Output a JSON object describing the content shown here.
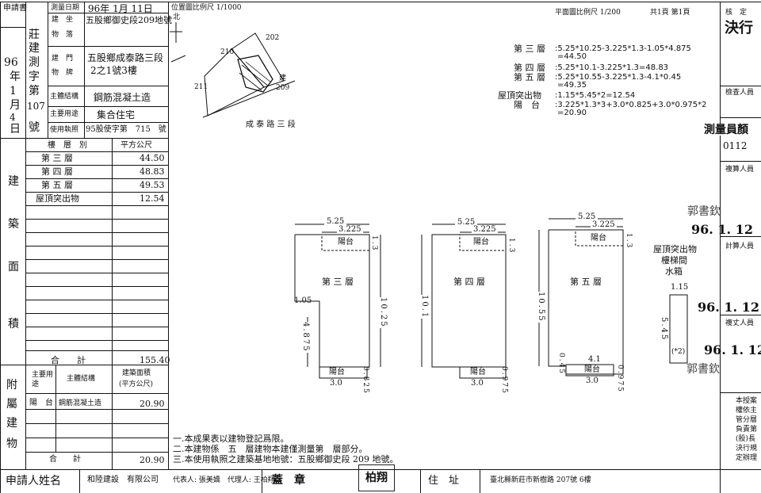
{
  "header": {
    "applicant_label": "申請書",
    "survey_date_label": "測量日期",
    "survey_date": "96年 1月 11日",
    "location_scale_label": "位置圖比例尺 1/1000",
    "plan_scale_label": "平面圖比例尺 1/200",
    "page_label": "共1頁 第1頁",
    "north_label": "北"
  },
  "registration": {
    "chars": [
      "莊",
      "建",
      "測",
      "字",
      "第",
      "號"
    ],
    "year": "96",
    "year_unit": "年",
    "month": "1",
    "month_unit": "月",
    "day": "4",
    "day_unit": "日",
    "number": "107",
    "site_label": "建　坐",
    "site_label2": "物　落",
    "site_value": "五股鄉御史段209地號",
    "door_label": "建　門",
    "door_label2": "物　牌",
    "door_value_1": "五股鄉成泰路三段",
    "door_value_2": "2之1號3樓",
    "structure_label": "主體結構",
    "structure_value": "鋼筋混凝土造",
    "use_label": "主要用途",
    "use_value": "集合住宅",
    "license_label": "使用執照",
    "license_value": "95股使字第　715　號"
  },
  "area_table": {
    "section_title": [
      "建",
      "築",
      "面",
      "積"
    ],
    "col_floor": "樓　層　別",
    "col_area": "平方公尺",
    "rows": [
      {
        "floor": "第 三 層",
        "area": "44.50"
      },
      {
        "floor": "第 四 層",
        "area": "48.83"
      },
      {
        "floor": "第 五 層",
        "area": "49.53"
      },
      {
        "floor": "屋頂突出物",
        "area": "12.54"
      }
    ],
    "total_label": "合　　計",
    "total_value": "155.40"
  },
  "annex_table": {
    "section_title": [
      "附",
      "屬",
      "建",
      "物"
    ],
    "col_use": "主要用途",
    "col_structure": "主體結構",
    "col_area": "建築面積",
    "col_area_unit": "(平方公尺)",
    "rows": [
      {
        "use": "陽　台",
        "structure": "鋼筋混凝土造",
        "area": "20.90"
      }
    ],
    "total_label": "合　　計",
    "total_value": "20.90"
  },
  "notes": [
    "一.本成果表以建物登記爲限。",
    "二.本建物係　五　層建物本建僅測量第　層部分。",
    "三.本使用執照之建築基地地號：五股鄉御史段 209 地號。"
  ],
  "footer": {
    "applicant_name_label": "申請人姓名",
    "applicant_company": "和陸建設　有限公司",
    "representative": "代表人: 張美嬌　代理人: 王柏翔",
    "seal_label": "蓋　章",
    "seal_name": "柏翔",
    "address_label": "住　址",
    "address_value": "臺北縣新莊市新樹路 207號 6樓"
  },
  "calculations": [
    {
      "label": "第 三 層",
      "formula": ":5.25*10.25-3.225*1.3-1.05*4.875",
      "result": "=44.50"
    },
    {
      "label": "第 四 層",
      "formula": ":5.25*10.1-3.225*1.3=48.83",
      "result": ""
    },
    {
      "label": "第 五 層",
      "formula": ":5.25*10.55-3.225*1.3-4.1*0.45",
      "result": "=49.35"
    },
    {
      "label": "屋頂突出物",
      "formula": ":1.15*5.45*2=12.54",
      "result": ""
    },
    {
      "label": "陽　台",
      "formula": ":3.225*1.3*3+3.0*0.825+3.0*0.975*2",
      "result": "=20.90"
    }
  ],
  "location_map": {
    "lots": [
      "202",
      "210",
      "211",
      "209"
    ],
    "building_label": "建",
    "road_label": "成 泰 路 三 段"
  },
  "plans": {
    "floor3": {
      "name": "第 三 層",
      "width": "5.25",
      "inner": "3.225",
      "balcony": "陽台",
      "h13": "1.3",
      "h1025": "10.25",
      "h105": "1.05",
      "h4875": "4.875",
      "bottom": "3.0",
      "h0825": "0.825",
      "balcony_bottom": "陽台"
    },
    "floor4": {
      "name": "第 四 層",
      "width": "5.25",
      "inner": "3.225",
      "balcony": "陽台",
      "h13": "1.3",
      "h101": "10.1",
      "bottom": "3.0",
      "h0975": "0.975",
      "balcony_bottom": "陽台"
    },
    "floor5": {
      "name": "第 五 層",
      "width": "5.25",
      "inner": "3.225",
      "balcony": "陽台",
      "h13": "1.3",
      "h1055": "10.55",
      "h045": "0.45",
      "w41": "4.1",
      "bottom": "3.0",
      "h0975": "0.975",
      "balcony_bottom": "陽台"
    },
    "roof": {
      "title_1": "屋頂突出物",
      "title_2": "樓梯間",
      "title_3": "水箱",
      "w115": "1.15",
      "h545": "5.45",
      "times2": "(*2)"
    }
  },
  "right_column": {
    "approve_label": "核　定",
    "approve_sig": "決行",
    "check_label": "檢查人員",
    "survey_label": "測量員顏",
    "survey_id": "0112",
    "recheck_label": "複算人員",
    "calc_label": "計算人員",
    "draw_label": "複丈人員",
    "stamp_date_1": "96. 1. 12",
    "stamp_date_2": "96. 1. 12",
    "stamp_date_3": "96. 1. 12",
    "stamp_office": "郭書欽",
    "side_note": "本授案權依主管分層負責第(股)長決行規定辦理"
  }
}
